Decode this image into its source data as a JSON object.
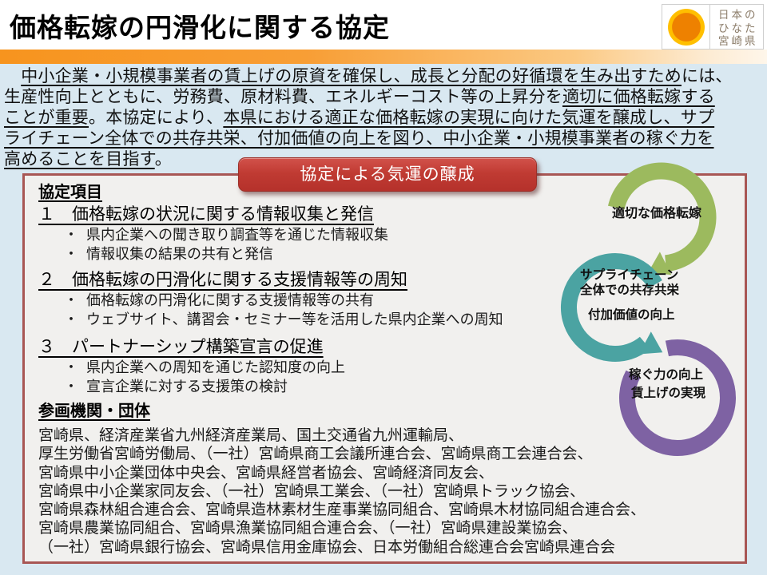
{
  "header": {
    "title": "価格転嫁の円滑化に関する協定",
    "logo": {
      "line1": "日本の",
      "line2": "ひなた",
      "line3": "宮崎県"
    }
  },
  "intro": {
    "lines": [
      {
        "s0": "　",
        "s1": "中小企業・小規模事業者の賃上げの原資を確保し、成長と分配の好循環を生み出すため",
        "s2": "には、"
      },
      {
        "s0": "生産性向上とともに、労務費、原材料費、エネルギーコスト等の上昇分を",
        "s1": "適切に価格転嫁する"
      },
      {
        "s0": "ことが重要",
        "s1": "。本協定により、",
        "s2": "本県における適正な価格転嫁の実現に向けた気運を醸成し、サプ"
      },
      {
        "s0": "ライチェーン全体での共存共栄、付加価値の向上を図り、中小企業・小規模事業者の稼ぐ力を"
      },
      {
        "s0": "高めることを目指す",
        "s1": "。"
      }
    ]
  },
  "banner": {
    "label": "協定による気運の醸成"
  },
  "agreement": {
    "heading": "協定項目",
    "items": [
      {
        "number": "１",
        "title": "　価格転嫁の状況に関する情報収集と発信",
        "bullets": [
          "県内企業への聞き取り調査等を通じた情報収集",
          "情報収集の結果の共有と発信"
        ]
      },
      {
        "number": "２",
        "title": "　価格転嫁の円滑化に関する支援情報等の周知",
        "bullets": [
          "価格転嫁の円滑化に関する支援情報等の共有",
          "ウェブサイト、講習会・セミナー等を活用した県内企業への周知"
        ]
      },
      {
        "number": "３",
        "title": "　パートナーシップ構築宣言の促進",
        "bullets": [
          "県内企業への周知を通じた認知度の向上",
          "宣言企業に対する支援策の検討"
        ]
      }
    ]
  },
  "participants": {
    "heading": "参画機関・団体",
    "lines": [
      "宮崎県、経済産業省九州経済産業局、国土交通省九州運輸局、",
      "厚生労働省宮崎労働局、（一社）宮崎県商工会議所連合会、宮崎県商工会連合会、",
      "宮崎県中小企業団体中央会、宮崎県経営者協会、宮崎経済同友会、",
      "宮崎県中小企業家同友会、（一社）宮崎県工業会、（一社）宮崎県トラック協会、",
      "宮崎県森林組合連合会、宮崎県造林素材生産事業協同組合、宮崎県木材協同組合連合会、",
      "宮崎県農業協同組合、宮崎県漁業協同組合連合会、（一社）宮崎県建設業協会、",
      "（一社）宮崎県銀行協会、宮崎県信用金庫協会、日本労働組合総連合会宮崎県連合会"
    ]
  },
  "diagram": {
    "step1": {
      "label": "適切な価格転嫁",
      "color": "#9CBA5E"
    },
    "step2": {
      "label_line1": "サプライチェーン",
      "label_line2": "全体での共存共栄",
      "label_sub": "付加価値の向上",
      "color": "#4BA3A2"
    },
    "step3": {
      "label_line1": "稼ぐ力の向上",
      "label_line2": "賃上げの実現",
      "color": "#7E62A3"
    }
  },
  "glyphs": {
    "bullet": "・"
  },
  "colors": {
    "accent_orange": "#F7941E",
    "banner_red": "#C03B33",
    "box_border": "#A85654",
    "background_blue": "#D9E8F1",
    "diagram_green": "#9CBA5E",
    "diagram_teal": "#4BA3A2",
    "diagram_purple": "#7E62A3"
  }
}
